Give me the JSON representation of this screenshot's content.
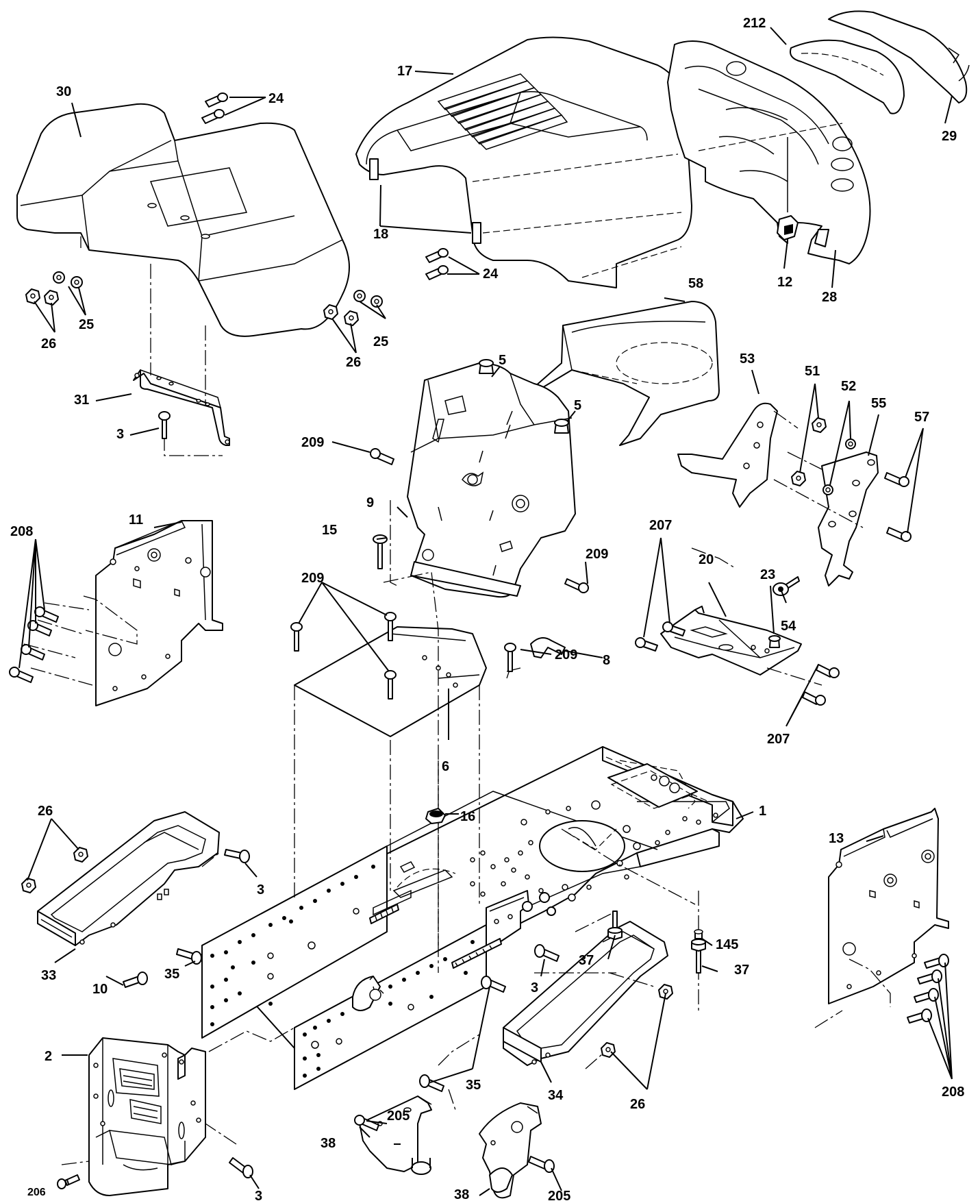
{
  "labels": {
    "p1": "1",
    "p2": "2",
    "p3a": "3",
    "p3b": "3",
    "p3c": "3",
    "p3d": "3",
    "p5a": "5",
    "p5b": "5",
    "p6": "6",
    "p8": "8",
    "p9": "9",
    "p10": "10",
    "p11": "11",
    "p12": "12",
    "p13": "13",
    "p15": "15",
    "p16": "16",
    "p17": "17",
    "p18": "18",
    "p20": "20",
    "p23": "23",
    "p24a": "24",
    "p24b": "24",
    "p25a": "25",
    "p25b": "25",
    "p26a": "26",
    "p26b": "26",
    "p26c": "26",
    "p26d": "26",
    "p28": "28",
    "p29": "29",
    "p30": "30",
    "p31": "31",
    "p33": "33",
    "p34": "34",
    "p35a": "35",
    "p35b": "35",
    "p37a": "37",
    "p37b": "37",
    "p38a": "38",
    "p38b": "38",
    "p51": "51",
    "p52": "52",
    "p53": "53",
    "p54": "54",
    "p55": "55",
    "p57": "57",
    "p58": "58",
    "p145": "145",
    "p205a": "205",
    "p205b": "205",
    "p206": "206",
    "p207a": "207",
    "p207b": "207",
    "p208a": "208",
    "p208b": "208",
    "p209a": "209",
    "p209b": "209",
    "p209c": "209",
    "p209d": "209",
    "p212": "212"
  }
}
